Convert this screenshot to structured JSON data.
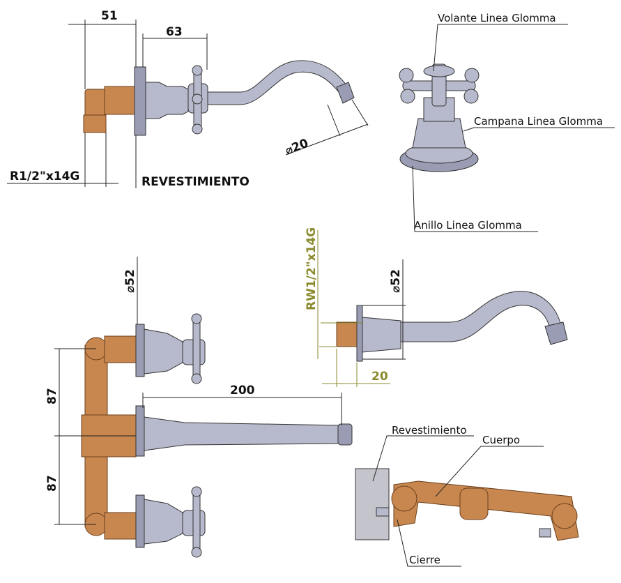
{
  "top_view": {
    "dim_51": "51",
    "dim_63": "63",
    "thread": "R1/2\"x14G",
    "revestimiento": "REVESTIMIENTO",
    "dia_20": "⌀20"
  },
  "detail_labels": {
    "volante": "Volante Linea Glomma",
    "campana": "Campana Linea Glomma",
    "anillo": "Anillo Linea Glomma"
  },
  "front_view": {
    "dia_52": "⌀52",
    "dim_200": "200",
    "dim_87_top": "87",
    "dim_87_bottom": "87"
  },
  "spout_view": {
    "thread": "RW1/2\"x14G",
    "dia_52": "⌀52",
    "dim_20": "20"
  },
  "assembly_labels": {
    "revestimiento": "Revestimiento",
    "cuerpo": "Cuerpo",
    "cierre": "Cierre"
  },
  "colors": {
    "copper": "#c8874f",
    "chrome": "#b7b9cc",
    "dimension_olive": "#8a8a2e"
  }
}
